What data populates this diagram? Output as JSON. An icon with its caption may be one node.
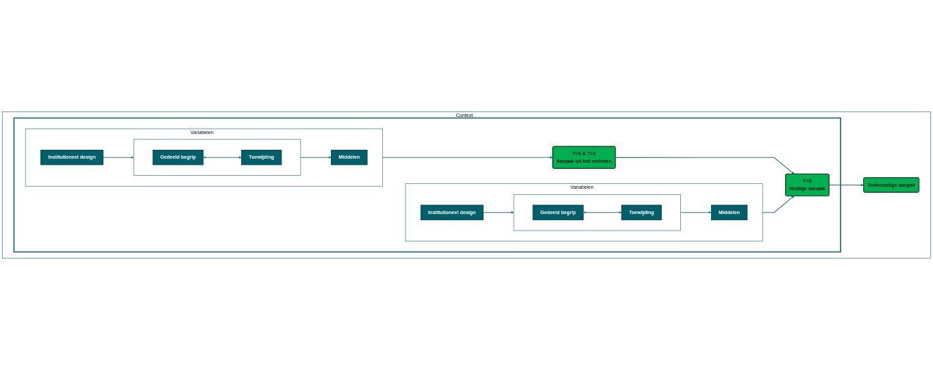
{
  "diagram": {
    "nodes": [
      {
        "text": [
          "Context"
        ]
      },
      {
        "text": [],
        "shape": "box",
        "in": 0
      },
      {
        "text": [
          "Variabelen"
        ],
        "in": 1
      },
      {
        "text": [
          "Middelen"
        ],
        "in": 2
      },
      {
        "text": [
          "Institutioneel design"
        ],
        "in": 2
      },
      {
        "text": [],
        "shape": "box",
        "in": 2
      },
      {
        "text": [
          "Gedeeld begrip"
        ],
        "in": 5
      },
      {
        "text": [
          "Toewijding"
        ],
        "in": 5
      },
      {
        "text": [
          "T=0 & T=1",
          "Aanpak uit het verleden"
        ],
        "in": 1
      },
      {
        "text": [
          "Variabelen"
        ],
        "in": 1
      },
      {
        "text": [
          "Middelen"
        ],
        "in": 9
      },
      {
        "text": [
          "Institutioneel design"
        ],
        "in": 9
      },
      {
        "text": [],
        "shape": "box",
        "in": 9
      },
      {
        "text": [
          "Gedeeld begrip"
        ],
        "in": 12
      },
      {
        "text": [
          "Toewijding"
        ],
        "in": 12
      },
      {
        "text": [
          "T=2",
          "Huidige aanpak"
        ],
        "in": 1
      },
      {
        "text": [
          "Toekomstige aanpak"
        ],
        "in": 0
      }
    ],
    "edges": [
      {
        "from": 5,
        "to": 3,
        "arrow": "to"
      },
      {
        "from": 4,
        "to": 5,
        "arrow": "to"
      },
      {
        "from": 6,
        "to": 7,
        "arrow": "both"
      },
      {
        "from": 2,
        "to": 8,
        "arrow": "to"
      },
      {
        "from": 12,
        "to": 10,
        "arrow": "to"
      },
      {
        "from": 11,
        "to": 12,
        "arrow": "to"
      },
      {
        "from": 13,
        "to": 14,
        "arrow": "both"
      },
      {
        "from": 9,
        "to": 15,
        "arrow": "to"
      },
      {
        "from": 8,
        "to": 15,
        "arrow": "to"
      },
      {
        "from": 15,
        "to": 16,
        "arrow": "to"
      }
    ]
  }
}
